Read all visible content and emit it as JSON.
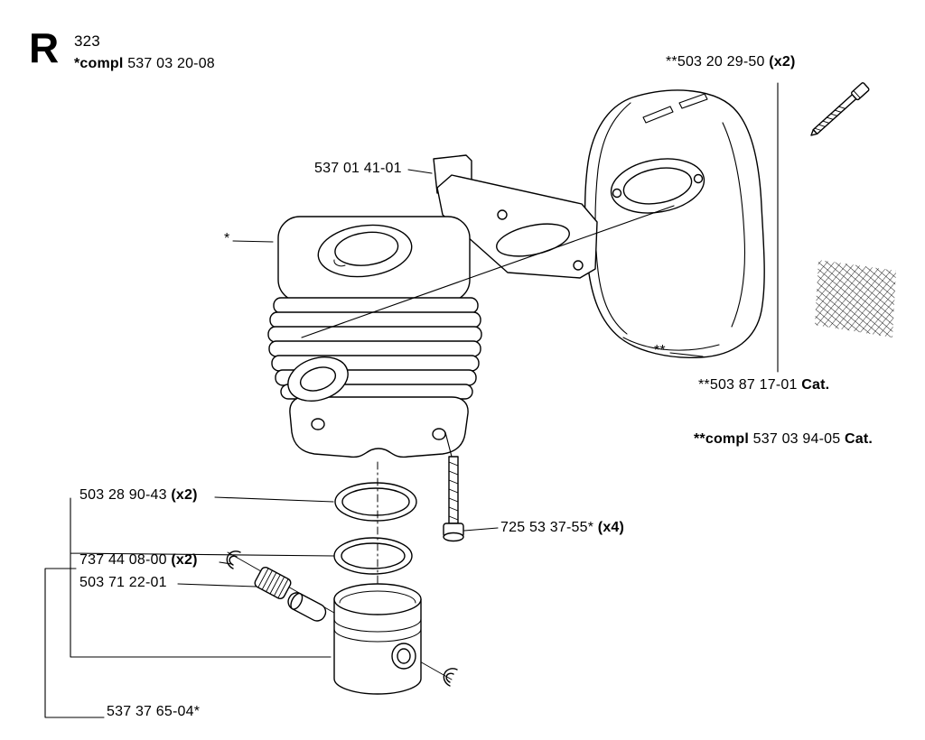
{
  "page": {
    "section_letter": "R",
    "model": "323",
    "assembly": {
      "prefix": "*compl",
      "number": "537 03 20-08"
    }
  },
  "labels": {
    "bolt": {
      "number": "**503 20 29-50",
      "qty": "(x2)"
    },
    "gasket": {
      "number": "537 01 41-01"
    },
    "cylinder_ref": "*",
    "muffler_ref": "**",
    "screen_kit": {
      "number": "**503 87 17-01",
      "suffix": "Cat."
    },
    "muffler_assembly": {
      "prefix": "**compl",
      "number": "537 03 94-05",
      "suffix": "Cat."
    },
    "piston_rings": {
      "number": "503 28 90-43",
      "qty": "(x2)"
    },
    "circlips": {
      "number": "737 44 08-00",
      "qty": "(x2)"
    },
    "piston_pin": {
      "number": "503 71 22-01"
    },
    "screws": {
      "number": "725 53 37-55*",
      "qty": "(x4)"
    },
    "piston": {
      "number": "537 37 65-04*"
    }
  },
  "diagram": {
    "parts": [
      "muffler-bolt",
      "muffler",
      "exhaust-gasket",
      "spark-arrestor-screen",
      "cylinder",
      "piston-ring",
      "piston-ring",
      "cylinder-screw",
      "circlip",
      "needle-bearing",
      "piston-pin",
      "piston",
      "circlip"
    ],
    "line_color": "#000000",
    "background": "#ffffff"
  }
}
